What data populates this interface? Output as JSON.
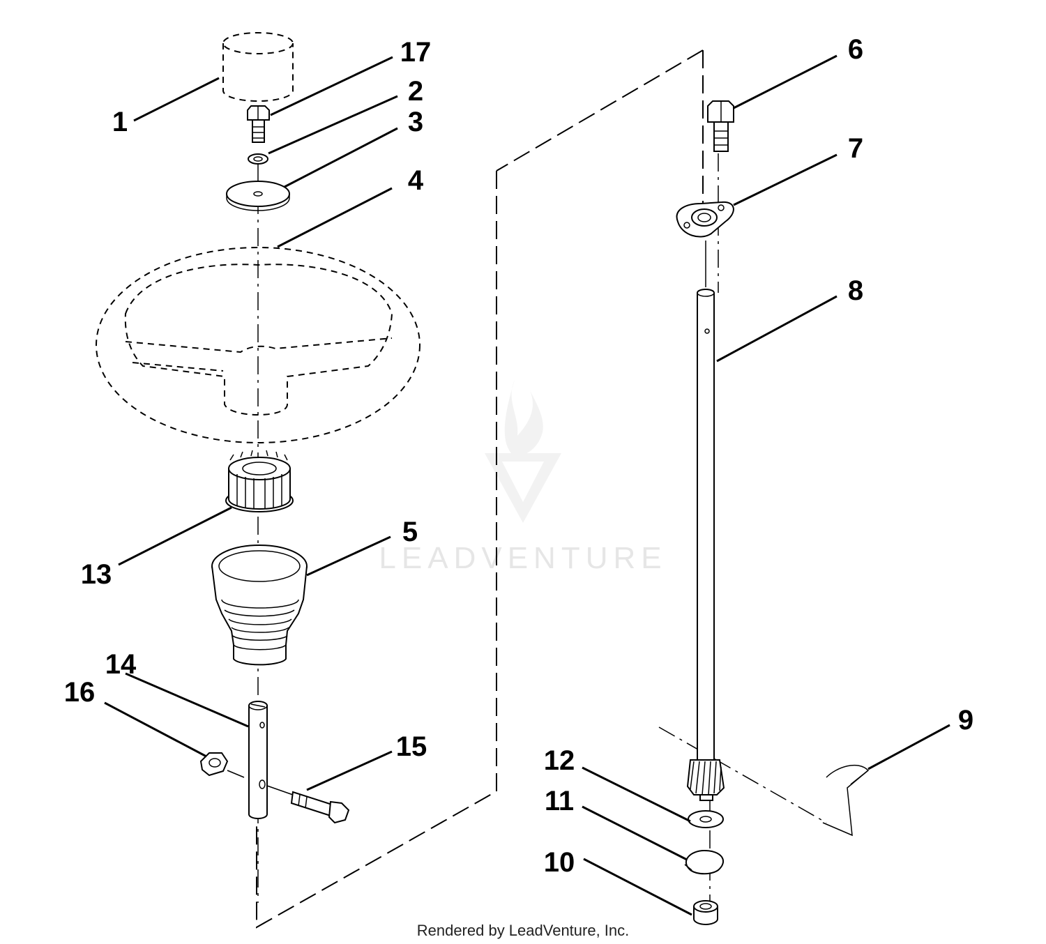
{
  "callouts": [
    {
      "id": "1",
      "label": "1"
    },
    {
      "id": "2",
      "label": "2"
    },
    {
      "id": "3",
      "label": "3"
    },
    {
      "id": "4",
      "label": "4"
    },
    {
      "id": "5",
      "label": "5"
    },
    {
      "id": "6",
      "label": "6"
    },
    {
      "id": "7",
      "label": "7"
    },
    {
      "id": "8",
      "label": "8"
    },
    {
      "id": "9",
      "label": "9"
    },
    {
      "id": "10",
      "label": "10"
    },
    {
      "id": "11",
      "label": "11"
    },
    {
      "id": "12",
      "label": "12"
    },
    {
      "id": "13",
      "label": "13"
    },
    {
      "id": "14",
      "label": "14"
    },
    {
      "id": "15",
      "label": "15"
    },
    {
      "id": "16",
      "label": "16"
    },
    {
      "id": "17",
      "label": "17"
    }
  ],
  "watermark": {
    "text": "LEADVENTURE"
  },
  "footer": {
    "text": "Rendered by LeadVenture, Inc."
  }
}
